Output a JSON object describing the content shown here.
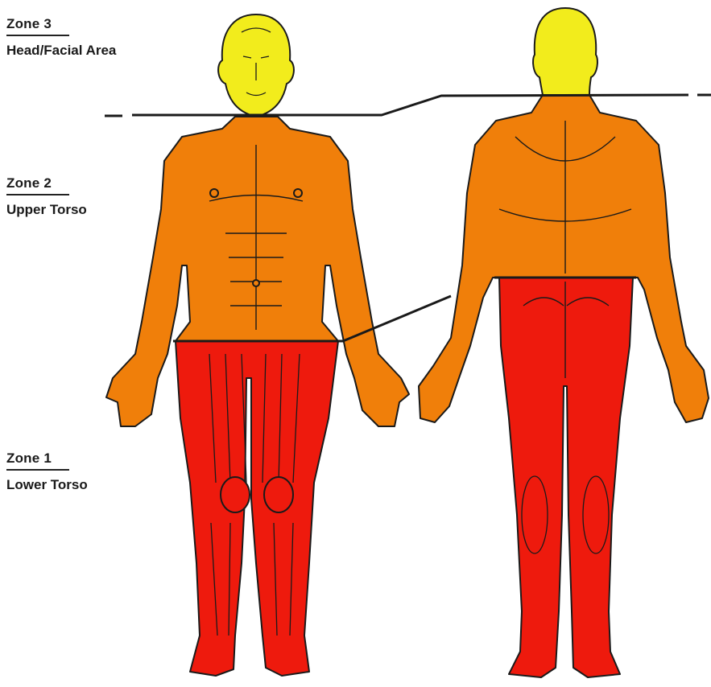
{
  "colors": {
    "zone3": "#f2ec1c",
    "zone2": "#f07f0a",
    "zone1": "#ee1a0d",
    "outline": "#1a1a1a"
  },
  "zones": [
    {
      "id": "zone3",
      "title": "Zone 3",
      "description": "Head/Facial Area"
    },
    {
      "id": "zone2",
      "title": "Zone 2",
      "description": "Upper Torso"
    },
    {
      "id": "zone1",
      "title": "Zone 1",
      "description": "Lower Torso"
    }
  ]
}
